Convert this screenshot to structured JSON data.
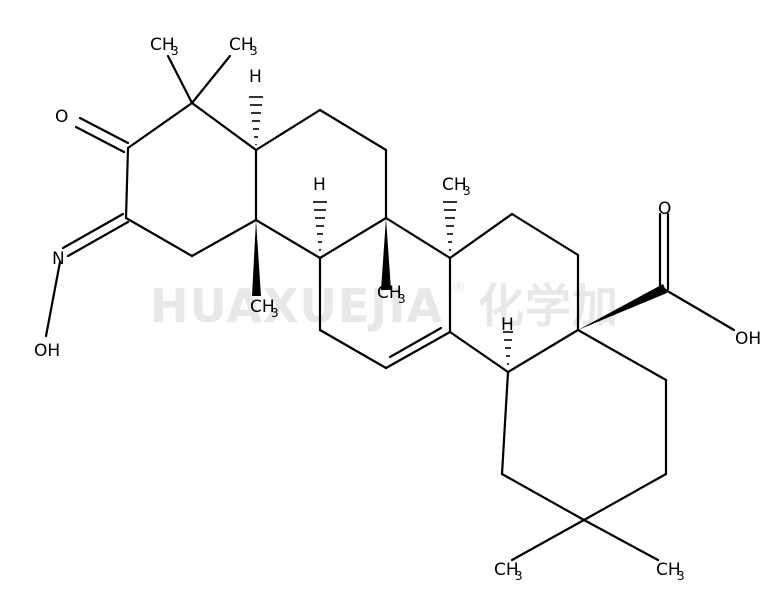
{
  "watermark": {
    "text": "HUAXUEJIA",
    "registered": "®",
    "cn": "化学加"
  },
  "labels": {
    "o_ketone": "O",
    "n_oxime": "N",
    "oh_oxime": "OH",
    "o_acid": "O",
    "oh_acid": "OH",
    "h_5": "H",
    "h_9": "H",
    "h_18": "H",
    "ch3_base": "CH",
    "sub3": "3"
  },
  "colors": {
    "ink": "#000000",
    "watermark": "#e8e8e8",
    "background": "#ffffff"
  }
}
